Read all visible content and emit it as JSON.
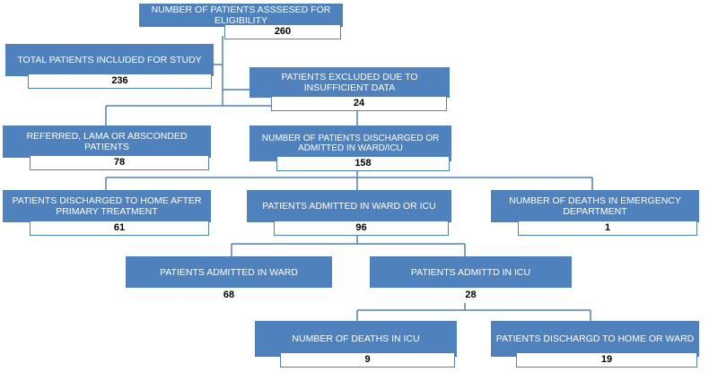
{
  "colors": {
    "box_fill": "#4f81bd",
    "count_border": "#4f81bd",
    "line": "#4f81bd"
  },
  "nodes": {
    "assessed": {
      "label": "NUMBER OF PATIENTS ASSSESED FOR ELIGIBILITY",
      "count": "260"
    },
    "included": {
      "label": "TOTAL PATIENTS INCLUDED FOR STUDY",
      "count": "236"
    },
    "excluded": {
      "label": "PATIENTS EXCLUDED DUE TO INSUFFICIENT DATA",
      "count": "24"
    },
    "referred": {
      "label": "REFERRED, LAMA OR ABSCONDED PATIENTS",
      "count": "78"
    },
    "discharged_admitted": {
      "label": "NUMBER OF PATIENTS DISCHARGED OR ADMITTED IN WARD/ICU",
      "count": "158"
    },
    "discharged_home": {
      "label": "PATIENTS DISCHARGED  TO HOME AFTER PRIMARY TREATMENT",
      "count": "61"
    },
    "admitted": {
      "label": "PATIENTS ADMITTED IN WARD OR ICU",
      "count": "96"
    },
    "ed_deaths": {
      "label": "NUMBER OF DEATHS IN EMERGENCY DEPARTMENT",
      "count": "1"
    },
    "ward": {
      "label": "PATIENTS ADMITTED IN WARD",
      "count": "68"
    },
    "icu": {
      "label": "PATIENTS ADMITTD IN ICU",
      "count": "28"
    },
    "icu_deaths": {
      "label": "NUMBER OF DEATHS IN ICU",
      "count": "9"
    },
    "icu_discharged": {
      "label": "PATIENTS DISCHARGD TO HOME OR WARD",
      "count": "19"
    }
  }
}
